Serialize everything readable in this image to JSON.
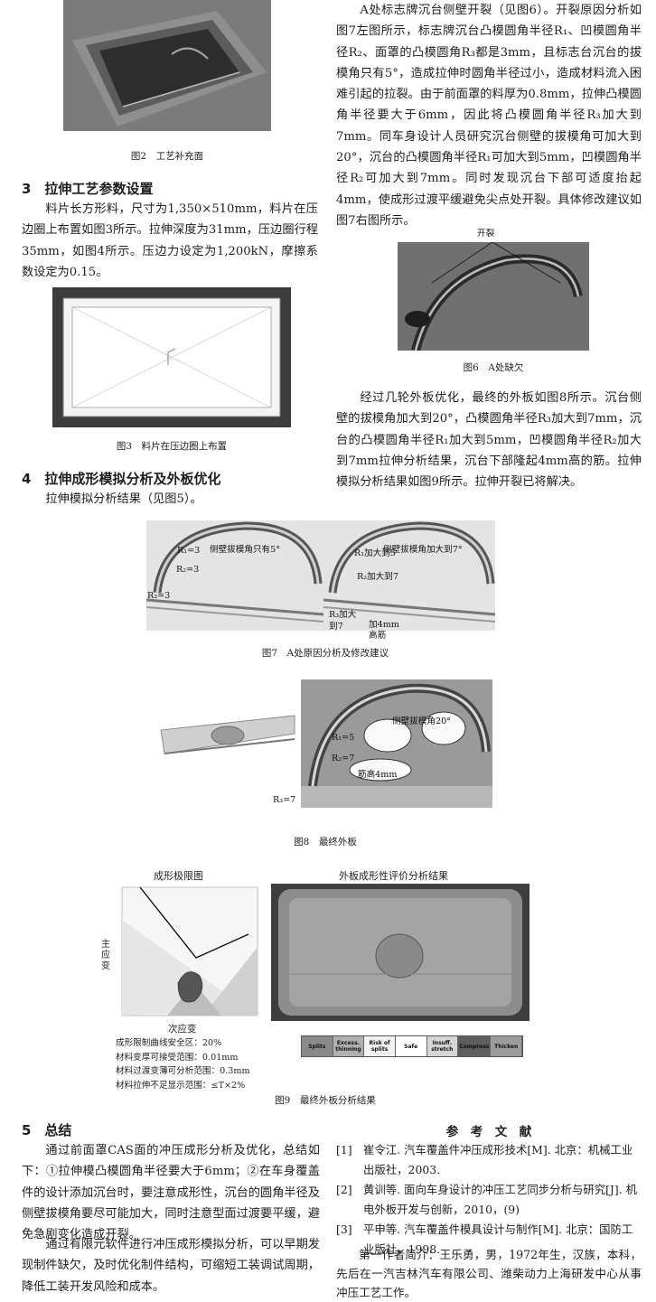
{
  "fig2": {
    "caption": "图2　工艺补充面"
  },
  "sec3": {
    "heading": "3　拉伸工艺参数设置",
    "text": "料片长方形料，尺寸为1,350×510mm，料片在压边圈上布置如图3所示。拉伸深度为31mm，压边圈行程35mm，如图4所示。压边力设定为1,200kN，摩擦系数设定为0.15。"
  },
  "fig3": {
    "caption": "图3　料片在压边圈上布置"
  },
  "sec4": {
    "heading": "4　拉伸成形模拟分析及外板优化",
    "text": "拉伸模拟分析结果（见图5）。"
  },
  "right1": {
    "p1": "A处标志牌沉台侧壁开裂（见图6）。开裂原因分析如图7左图所示，标志牌沉台凸模圆角半径R₁、凹模圆角半径R₂、面罩的凸模圆角R₃都是3mm，且标志台沉台的拔模角只有5°，造成拉伸时圆角半径过小，造成材料流入困难引起的拉裂。由于前面罩的料厚为0.8mm，拉伸凸模圆角半径要大于6mm，因此将凸模圆角半径R₃加大到7mm。同车身设计人员研究沉台侧壁的拔模角可加大到20°，沉台的凸模圆角半径R₁可加大到5mm，凹模圆角半径R₂可加大到7mm。同时发现沉台下部可适度抬起4mm，使成形过渡平缓避免尖点处开裂。具体修改建议如图7右图所示。"
  },
  "fig6": {
    "label": "开裂",
    "caption": "图6　A处缺欠"
  },
  "right2": {
    "p2": "经过几轮外板优化，最终的外板如图8所示。沉台侧壁的拔模角加大到20°，凸模圆角半径R₃加大到7mm，沉台的凸模圆角半径R₁加大到5mm，凹模圆角半径R₂加大到7mm拉伸分析结果，沉台下部隆起4mm高的筋。拉伸模拟分析结果如图9所示。拉伸开裂已将解决。"
  },
  "fig7": {
    "left": {
      "r1": "R₁=3",
      "r2": "R₂=3",
      "r3": "R₃=3",
      "angle": "侧壁拔模角只有5°"
    },
    "right": {
      "r1": "R₁加大到5",
      "r2": "R₂加大到7",
      "r3a": "R₃加大",
      "r3b": "到7",
      "rib1": "加4mm",
      "rib2": "高筋",
      "angle": "侧壁拔模角加大到7°"
    },
    "caption": "图7　A处原因分析及修改建议"
  },
  "fig8": {
    "angle": "侧壁拔模角20°",
    "r1": "R₁=5",
    "r2": "R₂=7",
    "rib": "筋高4mm",
    "r3": "R₃=7",
    "caption": "图8　最终外板"
  },
  "fig9": {
    "left_title": "成形极限图",
    "right_title": "外板成形性评价分析结果",
    "ylabel": "主应变",
    "xlabel": "次应变",
    "notes": [
      "成形限制曲线安全区：20%",
      "材料变厚可接受范围：0.01mm",
      "材料过渡变薄可分析范围：0.3mm",
      "材料拉伸不足显示范围：≤T×2%"
    ],
    "legend": [
      {
        "label": "Splits",
        "bg": "#8a8a8a",
        "fg": "#111111"
      },
      {
        "label": "Excess. thinning",
        "bg": "#b0b0b0",
        "fg": "#111111"
      },
      {
        "label": "Risk of splits",
        "bg": "#f2f2f2",
        "fg": "#111111"
      },
      {
        "label": "Safe",
        "bg": "#ffffff",
        "fg": "#111111"
      },
      {
        "label": "Insuff. stretch",
        "bg": "#d6d6d6",
        "fg": "#111111"
      },
      {
        "label": "Compress",
        "bg": "#5e5e5e",
        "fg": "#111111"
      },
      {
        "label": "Thicken",
        "bg": "#9c9c9c",
        "fg": "#111111"
      }
    ],
    "caption": "图9　最终外板分析结果"
  },
  "sec5": {
    "heading": "5　总结",
    "p1": "通过前面罩CAS面的冲压成形分析及优化，总结如下：①拉伸模凸模圆角半径要大于6mm；②在车身覆盖件的设计添加沉台时，要注意成形性，沉台的圆角半径及侧壁拔模角要尽可能加大，同时注意型面过渡要平缓，避免急剧变化造成开裂。",
    "p2": "通过有限元软件进行冲压成形模拟分析，可以早期发现制件缺欠，及时优化制件结构，可缩短工装调试周期，降低工装开发风险和成本。"
  },
  "refs": {
    "heading": "参　考　文　献",
    "items": [
      {
        "num": "[1]",
        "text": "崔令江. 汽车覆盖件冲压成形技术[M]. 北京：机械工业出版社，2003."
      },
      {
        "num": "[2]",
        "text": "黄训等. 面向车身设计的冲压工艺同步分析与研究[J]. 机电外板开发与创新，2010，(9)"
      },
      {
        "num": "[3]",
        "text": "平申等. 汽车覆盖件模具设计与制作[M]. 北京：国防工业版社，1998."
      }
    ],
    "author": "第一作者简介：王乐勇，男，1972年生，汉族，本科，先后在一汽吉林汽车有限公司、潍柴动力上海研发中心从事冲压工艺工作。"
  },
  "colors": {
    "text": "#1e1e1e",
    "figure_gray": "#888888",
    "blank_dark": "#3c3c3c"
  }
}
